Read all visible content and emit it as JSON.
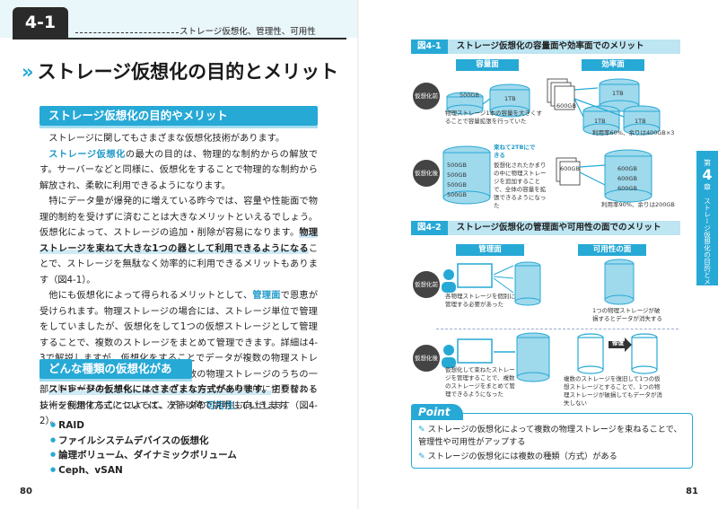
{
  "left_page": {
    "section_number": "4-1",
    "section_title": "ストレージ仮想化、管理性、可用性",
    "main_title_prefix": "»",
    "main_title": "ストレージ仮想化の目的とメリット",
    "subhead1": "ストレージ仮想化の目的やメリット",
    "para1": "ストレージに関してもさまざまな仮想化技術があります。",
    "para1b_hl": "ストレージ仮想化",
    "para1b": "の最大の目的は、物理的な制約からの解放です。サーバーなどと同様に、仮想化をすることで物理的な制約から解放され、柔軟に利用できるようになります。",
    "para2a": "特にデータ量が爆発的に増えている昨今では、容量や性能面で物理的制約を受けずに済むことは大きなメリットといえるでしょう。仮想化によって、ストレージの追加・削除が容易になります。",
    "para2_em": "物理ストレージを束ねて大きな1つの器として利用できるようになる",
    "para2b": "ことで、ストレージを無駄なく効率的に利用できるメリットもあります（図4-1）。",
    "para3a": "他にも仮想化によって得られるメリットとして、",
    "para3_hl": "管理面",
    "para3b": "で恩恵が受けられます。物理ストレージの場合には、ストレージ単位で管理をしていましたが、仮想化をして1つの仮想ストレージとして管理することで、複数のストレージをまとめて管理できます。詳細は4-3で解説しますが、仮想化をすることでデータが複数の物理ストレージに分散されて格納されます。複数の物理ストレージのうちの一部に障害が発生しても、スペアのストレージへ自動的に切り替わる技術を利用することによって、データの",
    "para3_hl2": "可用性",
    "para3c": "も向上します（図4-2）。",
    "subhead2": "どんな種類の仮想化がある？",
    "para4_em": "ストレージの仮想化にはさまざまな方式があります。",
    "para4": "主要なストレージ仮想化方式については、次節以降で説明していきます。",
    "bullets": [
      "RAID",
      "ファイルシステムデバイスの仮想化",
      "論理ボリューム、ダイナミックボリューム",
      "Ceph、vSAN"
    ],
    "page_number": "80"
  },
  "right_page": {
    "fig1": {
      "label": "図4-1",
      "title": "ストレージ仮想化の容量面や効率面でのメリット",
      "col1": "容量面",
      "col2": "効率面",
      "row1_label": "仮想化前",
      "row2_label": "仮想化後",
      "disk_500": "500GB",
      "disk_1tb": "1TB",
      "disk_600": "600GB",
      "note_before": "物理ストレージ1本の容量を大きくすることで容量拡張を行っていた",
      "usage_before": "利用率60%、余りは400GB×3",
      "bundle_label": "束ねて2TBにできる",
      "note_after": "仮想化されたかまりの中に物理ストレージを追加することで、全体の容量を拡張できるようになった",
      "usage_after": "利用率90%、余りは200GB"
    },
    "fig2": {
      "label": "図4-2",
      "title": "ストレージ仮想化の管理面や可用性の面でのメリット",
      "col1": "管理面",
      "col2": "可用性の面",
      "row1_label": "仮想化前",
      "row2_label": "仮想化後",
      "note_mgmt_before": "各物理ストレージを個別に管理する必要があった",
      "note_avail_before": "1つの物理ストレージが破損するとデータが消失する",
      "note_mgmt_after": "仮想化して束ねたストレージを管理することで、複数のストレージをまとめて管理できるようになった",
      "restore_label": "修復",
      "note_avail_after": "複数のストレージを復旧して1つの仮想ストレージとすることで、1つの物理ストレージが破損してもデータが消失しない"
    },
    "side_tab": {
      "chapter_word": "第",
      "chapter_num": "4",
      "chapter_suffix": "章",
      "chapter_title": "ストレージ仮想化の目的とメリット"
    },
    "point": {
      "label": "Point",
      "items": [
        "ストレージの仮想化によって複数の物理ストレージを束ねることで、管理性や可用性がアップする",
        "ストレージの仮想化には複数の種類（方式）がある"
      ]
    },
    "page_number": "81"
  },
  "colors": {
    "accent": "#27a9d6",
    "accent_light": "#bde5f2",
    "dark": "#2a2a2a"
  }
}
